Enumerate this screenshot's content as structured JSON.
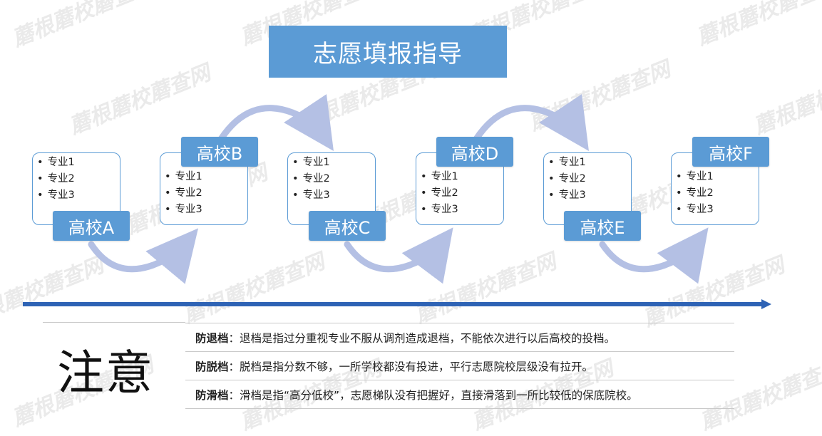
{
  "title": "志愿填报指导",
  "watermark_text": "蘑根蘑校蘑查网",
  "schools": [
    {
      "name": "高校A",
      "majors": [
        "专业1",
        "专业2",
        "专业3"
      ]
    },
    {
      "name": "高校B",
      "majors": [
        "专业1",
        "专业2",
        "专业3"
      ]
    },
    {
      "name": "高校C",
      "majors": [
        "专业1",
        "专业2",
        "专业3"
      ]
    },
    {
      "name": "高校D",
      "majors": [
        "专业1",
        "专业2",
        "专业3"
      ]
    },
    {
      "name": "高校E",
      "majors": [
        "专业1",
        "专业2",
        "专业3"
      ]
    },
    {
      "name": "高校F",
      "majors": [
        "专业1",
        "专业2",
        "专业3"
      ]
    }
  ],
  "notice": {
    "heading": "注意",
    "items": [
      {
        "term": "防退档",
        "sep": "：",
        "text": "退档是指过分重视专业不服从调剂造成退档，不能依次进行以后高校的投档。"
      },
      {
        "term": "防脱档",
        "sep": "：",
        "text": "脱档是指分数不够，一所学校都没有投进，平行志愿院校层级没有拉开。"
      },
      {
        "term": "防滑档",
        "sep": "：",
        "text": "滑档是指“高分低校”，志愿梯队没有把握好，直接滑落到一所比较低的保底院校。"
      }
    ]
  },
  "colors": {
    "primary": "#5b9bd5",
    "arrow": "#b4c0e4",
    "timeline": "#2e63b5"
  }
}
